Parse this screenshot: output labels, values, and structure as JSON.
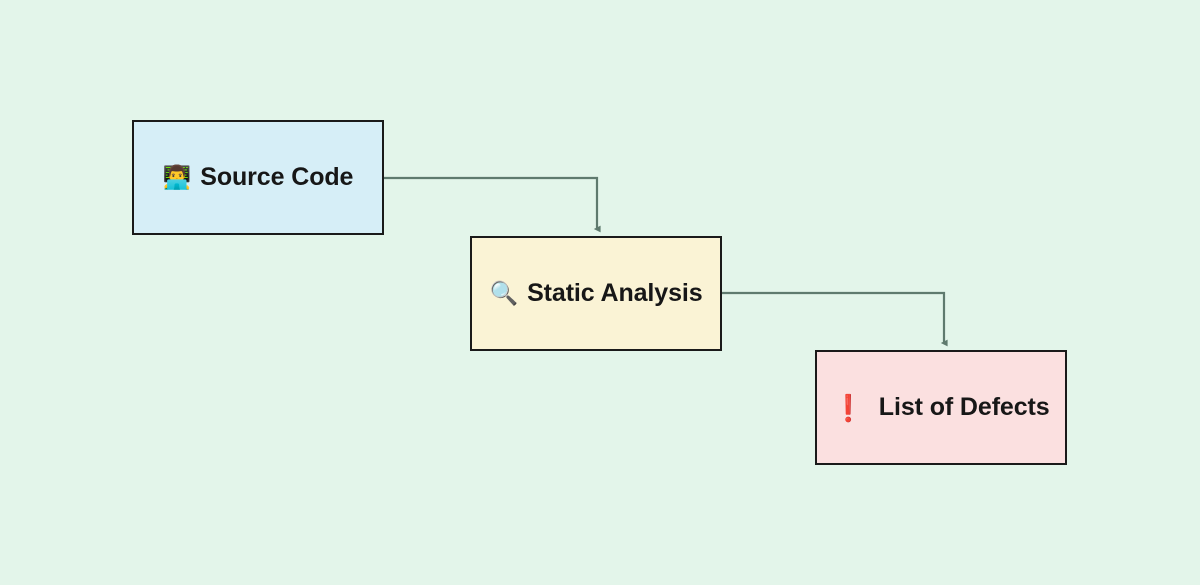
{
  "diagram": {
    "background_color": "#e3f5ea",
    "edge_color": "#5f7a6e",
    "nodes": [
      {
        "id": "source-code",
        "icon": "person-at-laptop-icon",
        "icon_glyph": "👨‍💻",
        "label": "Source Code",
        "fill": "#d6eef7",
        "border": "#1a1a1a"
      },
      {
        "id": "static-analysis",
        "icon": "magnifying-glass-icon",
        "icon_glyph": "🔍",
        "label": "Static Analysis",
        "fill": "#faf3d5",
        "border": "#1a1a1a"
      },
      {
        "id": "list-of-defects",
        "icon": "exclamation-mark-icon",
        "icon_glyph": "❗",
        "label": "List of Defects",
        "fill": "#fbe0e0",
        "border": "#1a1a1a"
      }
    ],
    "edges": [
      {
        "id": "edge-source-to-static",
        "from": "source-code",
        "to": "static-analysis",
        "label": ""
      },
      {
        "id": "edge-static-to-defects",
        "from": "static-analysis",
        "to": "list-of-defects",
        "label": ""
      }
    ]
  }
}
